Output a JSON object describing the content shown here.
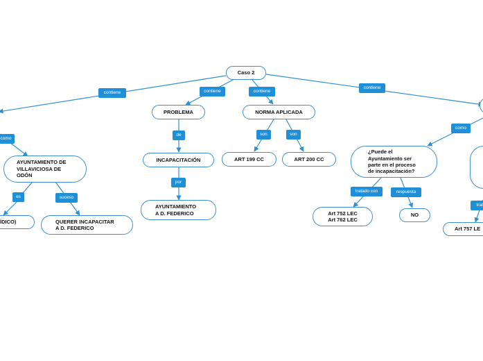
{
  "colors": {
    "accent": "#1f8fd8",
    "edge": "#2f8fd0",
    "node_border": "#3d8fce"
  },
  "nodes": {
    "root": "Caso 2",
    "problema": "PROBLEMA",
    "norma": "NORMA APLICADA",
    "ayuntamiento": "AYUNTAMIENTO DE\nVILLAVICIOSA DE\nODÓN",
    "incapacitacion": "INCAPACITACIÓN",
    "art199": "ART 199 CC",
    "art200": "ART 200 CC",
    "pregunta": "¿Puede el\nAyuntamiento ser\nparte en el proceso\nde incapacitación?",
    "juridico": "RÍDICO)",
    "querer": "QUERER INCAPACITAR\nA D. FEDERICO",
    "ayto_federico": "AYUNTAMIENTO\nA D. FEDERICO",
    "art752": "Art 752 LEC\nArt 762 LEC",
    "no": "NO",
    "art757": "Art 757 LE"
  },
  "labels": {
    "contiene_left": "contiene",
    "contiene_problema": "contiene",
    "contiene_norma": "contiene",
    "contiene_right": "contiene",
    "como_left": "como",
    "de": "de",
    "son_1": "son",
    "son_2": "son",
    "como_right": "como",
    "es": "es",
    "suceso": "suceso",
    "por": "por",
    "tratado_con": "tratado con",
    "respuesta": "respuesta",
    "trata": "trata"
  }
}
